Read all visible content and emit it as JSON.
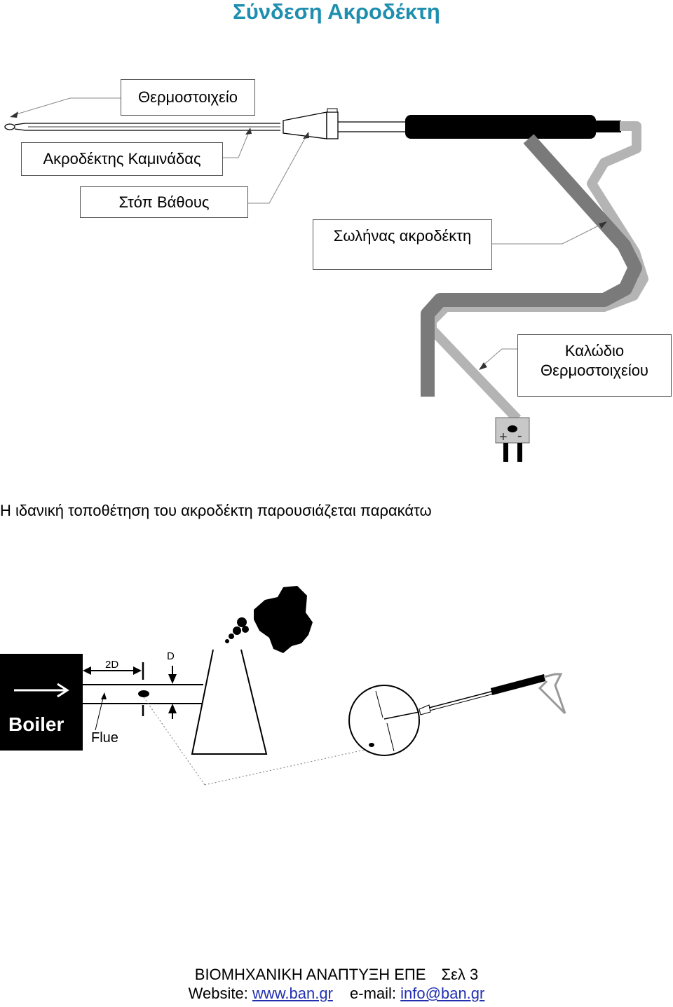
{
  "title": "Σύνδεση Ακροδέκτη",
  "title_color": "#1f8fb0",
  "labels": {
    "thermocouple": "Θερμοστοιχείο",
    "flue_probe": "Ακροδέκτης Καμινάδας",
    "depth_stop": "Στόπ Βάθους",
    "probe_hose": "Σωλήνας ακροδέκτη",
    "tc_cable_line1": "Καλώδιο",
    "tc_cable_line2": "Θερμοστοιχείου",
    "plus": "+",
    "minus": "-"
  },
  "caption": "Η ιδανική τοποθέτηση του ακροδέκτη παρουσιάζεται παρακάτω",
  "placement_diagram": {
    "boiler": "Boiler",
    "flue": "Flue",
    "dim_2d": "2D",
    "dim_d": "D"
  },
  "footer": {
    "company": "ΒΙΟΜΗΧΑΝΙΚΗ ΑΝΑΠΤΥΞΗ ΕΠΕ",
    "page": "Σελ 3",
    "website_label": "Website:",
    "website": "www.ban.gr",
    "email_label": "e-mail:",
    "email": "info@ban.gr"
  }
}
